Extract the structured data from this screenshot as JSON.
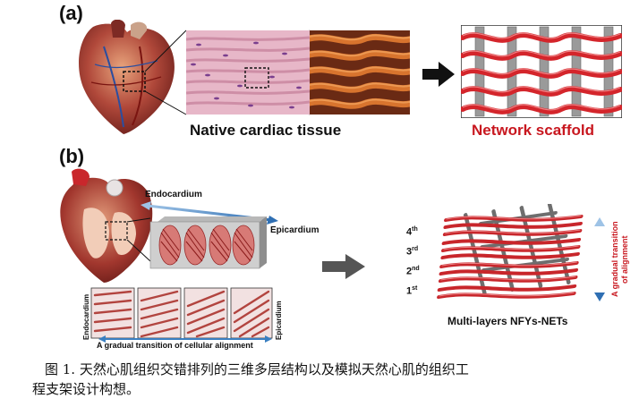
{
  "panel_a": {
    "label": "(a)",
    "native_title": "Native cardiac tissue",
    "network_title": "Network scaffold"
  },
  "panel_b": {
    "label": "(b)",
    "endocardium": "Endocardium",
    "epicardium": "Epicardium",
    "strip_left": "Endocardium",
    "strip_right": "Epicardium",
    "strip_caption": "A gradual transition of cellular alignment",
    "layers": [
      {
        "num": "4",
        "sup": "th"
      },
      {
        "num": "3",
        "sup": "rd"
      },
      {
        "num": "2",
        "sup": "nd"
      },
      {
        "num": "1",
        "sup": "st"
      }
    ],
    "multi_title": "Multi-layers NFYs-NETs",
    "gradual_line1": "A gradual transition",
    "gradual_line2": "of alignment"
  },
  "caption": {
    "line1": "图 1. 天然心肌组织交错排列的三维多层结构以及模拟天然心肌的组织工",
    "line2": "程支架设计构想。"
  },
  "colors": {
    "accent_red": "#c8171f",
    "arrow_blue": "#3a7fc1",
    "arrow_gray": "#555555"
  }
}
